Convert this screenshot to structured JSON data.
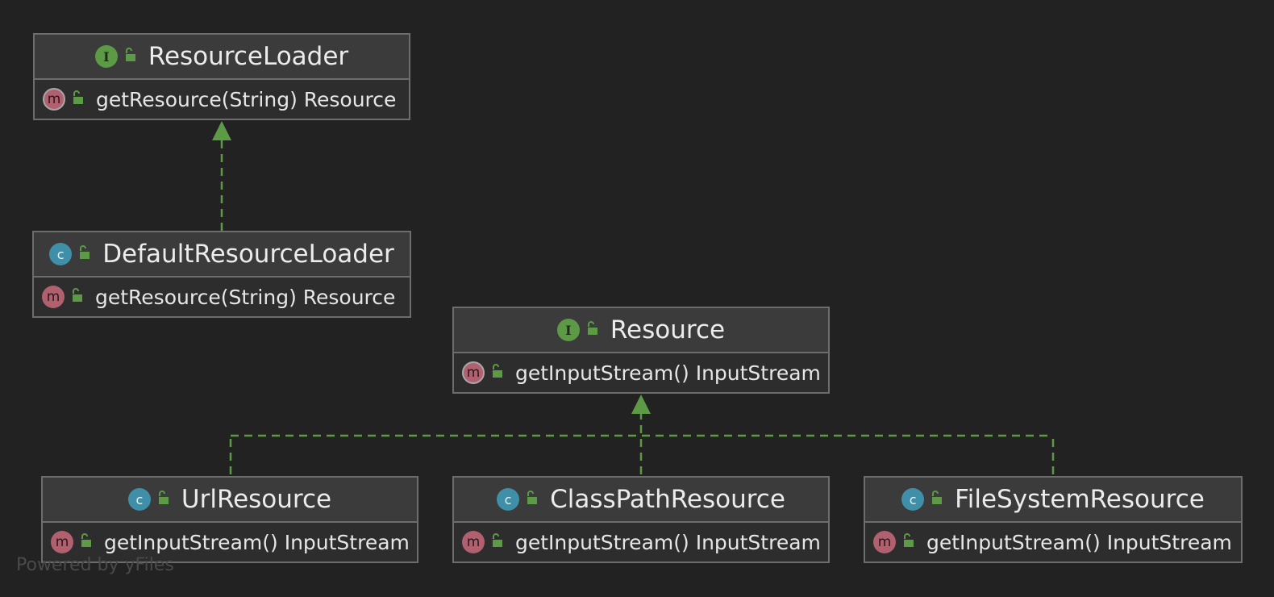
{
  "diagram": {
    "nodes": [
      {
        "id": "resource-loader",
        "kind": "interface",
        "name": "ResourceLoader",
        "methods": [
          {
            "signature": "getResource(String)  Resource",
            "abstract": true
          }
        ]
      },
      {
        "id": "default-resource-loader",
        "kind": "class",
        "name": "DefaultResourceLoader",
        "methods": [
          {
            "signature": "getResource(String)  Resource",
            "abstract": false
          }
        ]
      },
      {
        "id": "resource",
        "kind": "interface",
        "name": "Resource",
        "methods": [
          {
            "signature": "getInputStream()  InputStream",
            "abstract": true
          }
        ]
      },
      {
        "id": "url-resource",
        "kind": "class",
        "name": "UrlResource",
        "methods": [
          {
            "signature": "getInputStream()  InputStream",
            "abstract": false
          }
        ]
      },
      {
        "id": "class-path-resource",
        "kind": "class",
        "name": "ClassPathResource",
        "methods": [
          {
            "signature": "getInputStream()  InputStream",
            "abstract": false
          }
        ]
      },
      {
        "id": "file-system-resource",
        "kind": "class",
        "name": "FileSystemResource",
        "methods": [
          {
            "signature": "getInputStream()  InputStream",
            "abstract": false
          }
        ]
      }
    ],
    "edges": [
      {
        "from": "default-resource-loader",
        "to": "resource-loader",
        "type": "implements"
      },
      {
        "from": "url-resource",
        "to": "resource",
        "type": "implements"
      },
      {
        "from": "class-path-resource",
        "to": "resource",
        "type": "implements"
      },
      {
        "from": "file-system-resource",
        "to": "resource",
        "type": "implements"
      }
    ]
  },
  "badges": {
    "interface": "I",
    "class": "c",
    "method": "m"
  },
  "colors": {
    "background": "#222222",
    "edge": "#5c9a45",
    "interface_badge": "#5c9a45",
    "class_badge": "#3f8fa8",
    "method_badge": "#b0606e",
    "lock_icon": "#5c9a45"
  },
  "watermark": "Powered by yFiles"
}
